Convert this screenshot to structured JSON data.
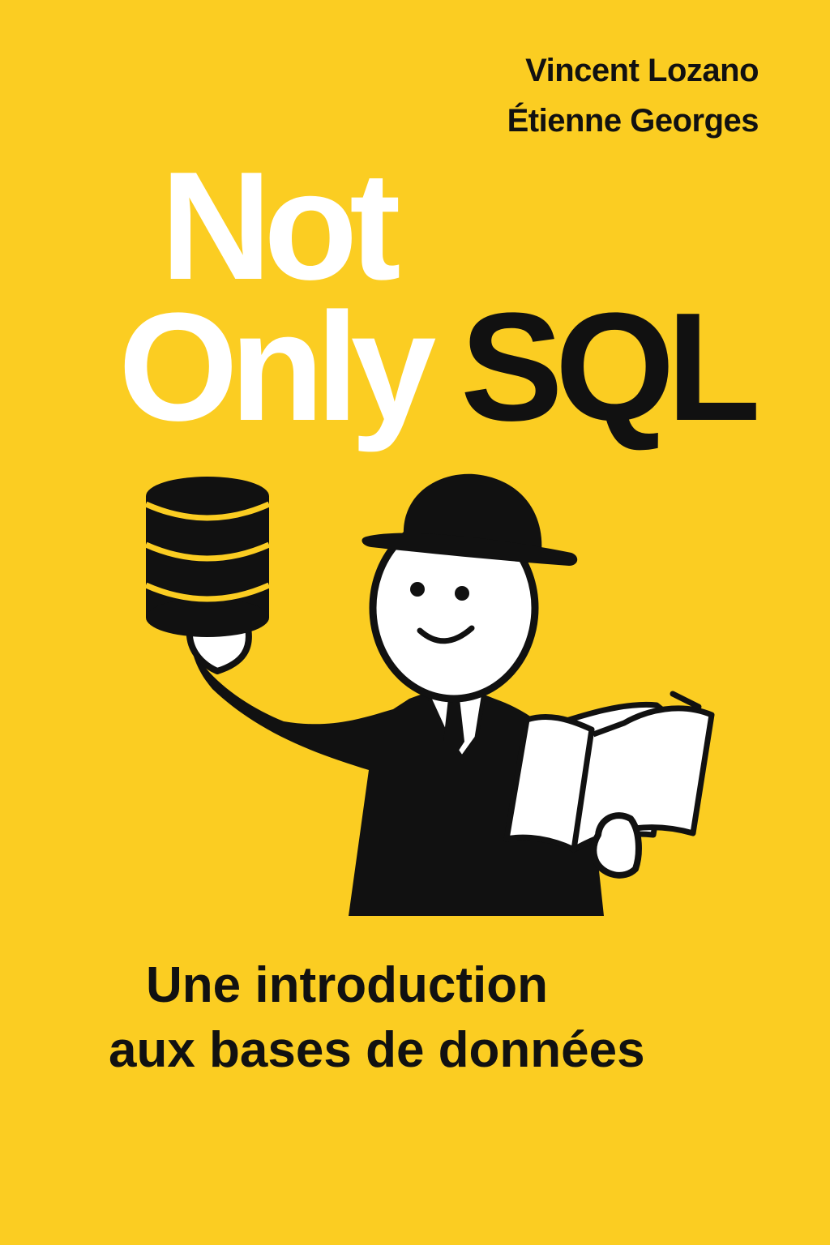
{
  "cover": {
    "background_color": "#FBCD22",
    "authors": [
      "Vincent Lozano",
      "Étienne Georges"
    ],
    "title": {
      "line1": "Not",
      "line2": "Only",
      "highlight": "SQL"
    },
    "subtitle": {
      "line1": "Une introduction",
      "line2": "aux bases de données"
    },
    "illustration": {
      "character": "bowler-hat-man",
      "left_hand_item": "database-icon",
      "right_hand_item": "open-book-icon"
    }
  }
}
